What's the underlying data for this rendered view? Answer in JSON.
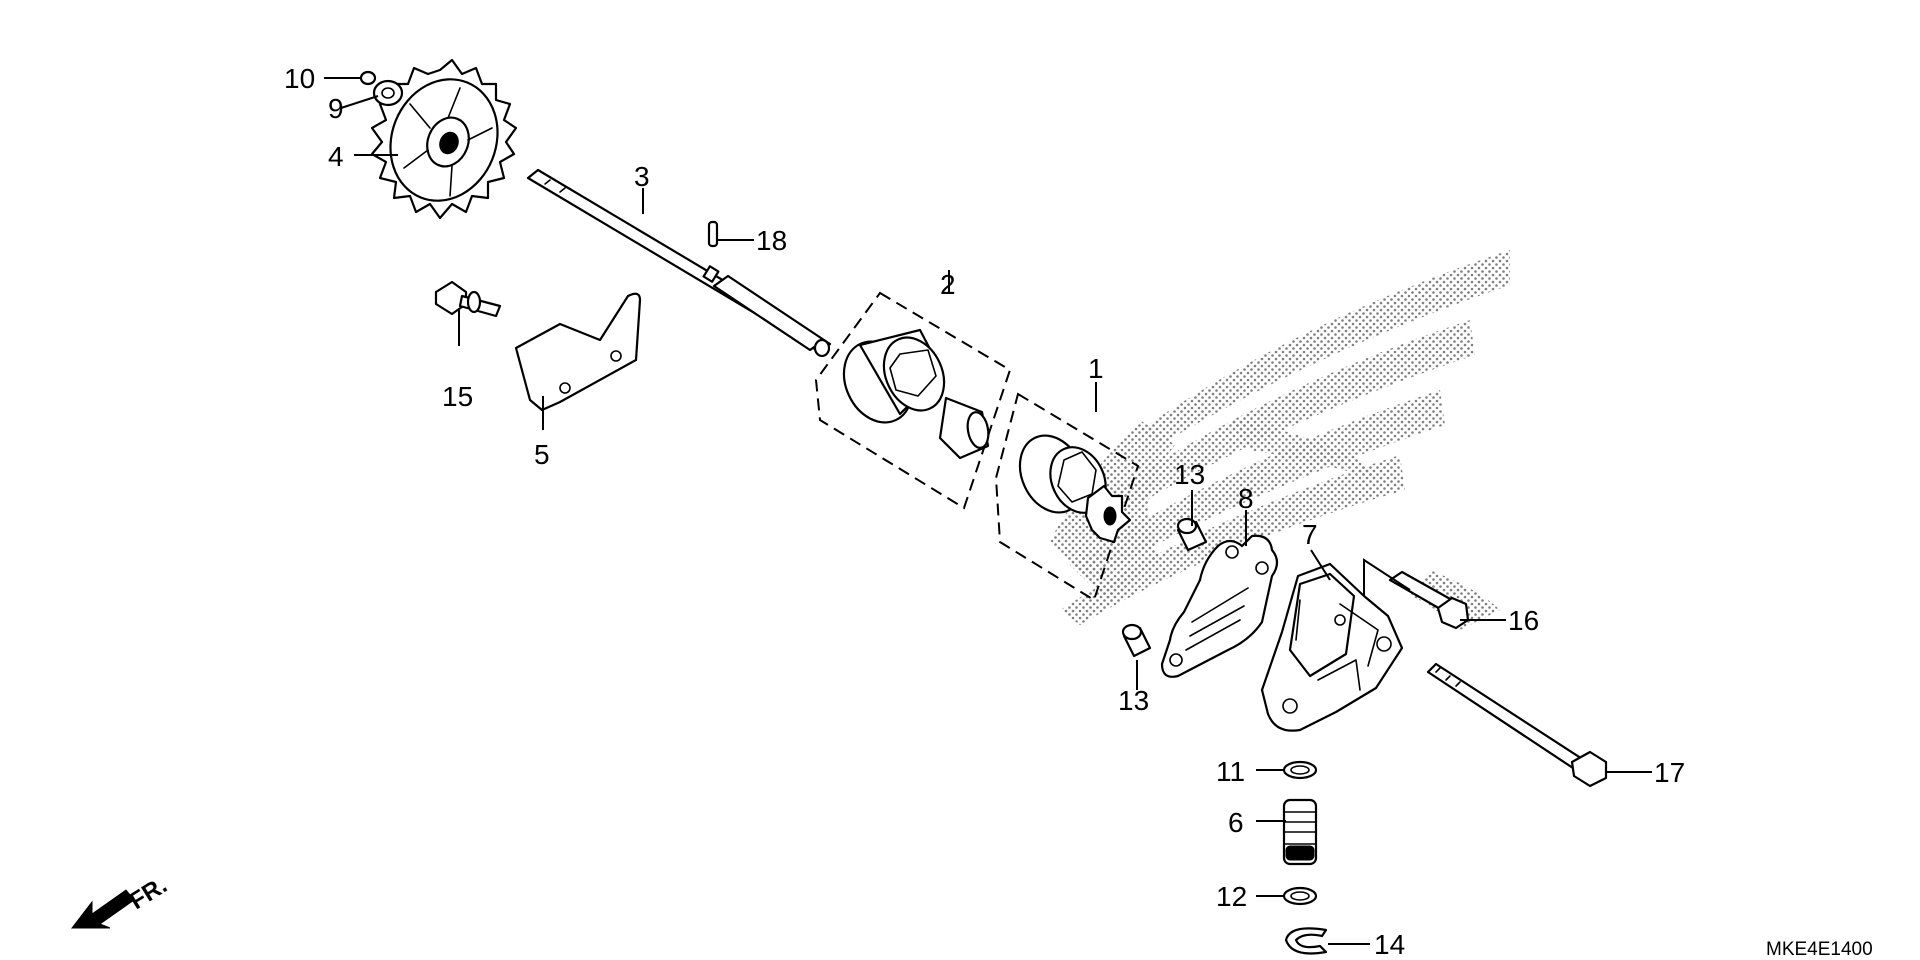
{
  "diagram": {
    "part_labels": [
      {
        "id": "1",
        "text": "1"
      },
      {
        "id": "2",
        "text": "2"
      },
      {
        "id": "3",
        "text": "3"
      },
      {
        "id": "4",
        "text": "4"
      },
      {
        "id": "5",
        "text": "5"
      },
      {
        "id": "6",
        "text": "6"
      },
      {
        "id": "7",
        "text": "7"
      },
      {
        "id": "8",
        "text": "8"
      },
      {
        "id": "9",
        "text": "9"
      },
      {
        "id": "10",
        "text": "10"
      },
      {
        "id": "11",
        "text": "11"
      },
      {
        "id": "12",
        "text": "12"
      },
      {
        "id": "13a",
        "text": "13"
      },
      {
        "id": "13b",
        "text": "13"
      },
      {
        "id": "14",
        "text": "14"
      },
      {
        "id": "15",
        "text": "15"
      },
      {
        "id": "16",
        "text": "16"
      },
      {
        "id": "17",
        "text": "17"
      },
      {
        "id": "18",
        "text": "18"
      }
    ],
    "front_indicator": "FR.",
    "diagram_code": "MKE4E1400",
    "line_color": "#000000",
    "background_color": "#ffffff",
    "icons": [
      "front-direction-arrow-icon",
      "honda-wing-watermark-icon"
    ]
  }
}
